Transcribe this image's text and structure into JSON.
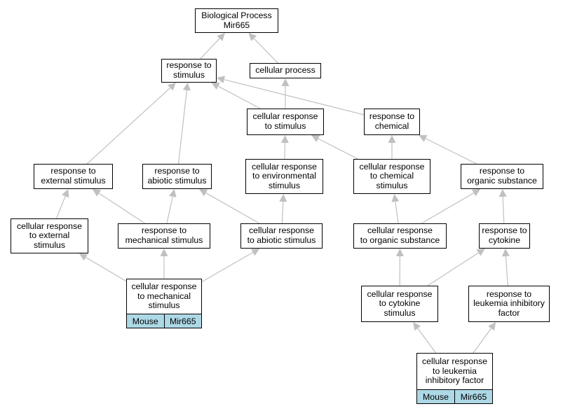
{
  "colors": {
    "edge": "#c0c0c0",
    "node_border": "#000000",
    "tag_background": "#add8e6"
  },
  "nodes": {
    "root": "Biological Process\nMir665",
    "response_to_stimulus": "response to\nstimulus",
    "cellular_process": "cellular process",
    "cellular_response_to_stimulus": "cellular response\nto stimulus",
    "response_to_chemical": "response to\nchemical",
    "response_to_external_stimulus": "response to\nexternal stimulus",
    "response_to_abiotic_stimulus": "response to\nabiotic stimulus",
    "cellular_response_to_environmental_stimulus": "cellular response\nto environmental\nstimulus",
    "cellular_response_to_chemical_stimulus": "cellular response\nto chemical\nstimulus",
    "response_to_organic_substance": "response to\norganic substance",
    "cellular_response_to_external_stimulus": "cellular response\nto external\nstimulus",
    "response_to_mechanical_stimulus": "response to\nmechanical stimulus",
    "cellular_response_to_abiotic_stimulus": "cellular response\nto abiotic stimulus",
    "cellular_response_to_organic_substance": "cellular response\nto organic substance",
    "response_to_cytokine": "response to\ncytokine",
    "cellular_response_to_mechanical_stimulus": "cellular response\nto mechanical\nstimulus",
    "cellular_response_to_cytokine_stimulus": "cellular response\nto cytokine\nstimulus",
    "response_to_leukemia_inhibitory_factor": "response to\nleukemia inhibitory\nfactor",
    "cellular_response_to_leukemia_inhibitory_factor": "cellular response\nto leukemia\ninhibitory factor"
  },
  "tags": {
    "mechanical": {
      "organism": "Mouse",
      "gene": "Mir665"
    },
    "lif": {
      "organism": "Mouse",
      "gene": "Mir665"
    }
  },
  "edges": [
    [
      "response_to_stimulus",
      "root"
    ],
    [
      "cellular_process",
      "root"
    ],
    [
      "cellular_response_to_stimulus",
      "response_to_stimulus"
    ],
    [
      "cellular_response_to_stimulus",
      "cellular_process"
    ],
    [
      "response_to_chemical",
      "response_to_stimulus"
    ],
    [
      "response_to_external_stimulus",
      "response_to_stimulus"
    ],
    [
      "response_to_abiotic_stimulus",
      "response_to_stimulus"
    ],
    [
      "cellular_response_to_environmental_stimulus",
      "cellular_response_to_stimulus"
    ],
    [
      "cellular_response_to_chemical_stimulus",
      "cellular_response_to_stimulus"
    ],
    [
      "cellular_response_to_chemical_stimulus",
      "response_to_chemical"
    ],
    [
      "response_to_organic_substance",
      "response_to_chemical"
    ],
    [
      "cellular_response_to_external_stimulus",
      "response_to_external_stimulus"
    ],
    [
      "response_to_mechanical_stimulus",
      "response_to_external_stimulus"
    ],
    [
      "response_to_mechanical_stimulus",
      "response_to_abiotic_stimulus"
    ],
    [
      "cellular_response_to_abiotic_stimulus",
      "response_to_abiotic_stimulus"
    ],
    [
      "cellular_response_to_abiotic_stimulus",
      "cellular_response_to_environmental_stimulus"
    ],
    [
      "cellular_response_to_organic_substance",
      "cellular_response_to_chemical_stimulus"
    ],
    [
      "cellular_response_to_organic_substance",
      "response_to_organic_substance"
    ],
    [
      "response_to_cytokine",
      "response_to_organic_substance"
    ],
    [
      "cellular_response_to_mechanical_stimulus",
      "cellular_response_to_external_stimulus"
    ],
    [
      "cellular_response_to_mechanical_stimulus",
      "response_to_mechanical_stimulus"
    ],
    [
      "cellular_response_to_mechanical_stimulus",
      "cellular_response_to_abiotic_stimulus"
    ],
    [
      "cellular_response_to_cytokine_stimulus",
      "cellular_response_to_organic_substance"
    ],
    [
      "cellular_response_to_cytokine_stimulus",
      "response_to_cytokine"
    ],
    [
      "response_to_leukemia_inhibitory_factor",
      "response_to_cytokine"
    ],
    [
      "cellular_response_to_leukemia_inhibitory_factor",
      "cellular_response_to_cytokine_stimulus"
    ],
    [
      "cellular_response_to_leukemia_inhibitory_factor",
      "response_to_leukemia_inhibitory_factor"
    ]
  ]
}
